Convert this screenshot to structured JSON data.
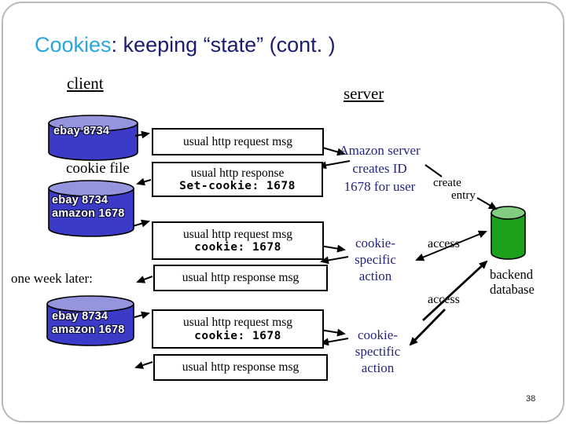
{
  "slide": {
    "title_highlight": "Cookies",
    "title_rest": ": keeping “state” (cont. )",
    "page_number": "38"
  },
  "columns": {
    "client_label": "client",
    "server_label": "server"
  },
  "client_side": {
    "cookie_file_label": "cookie file",
    "one_week_later_label": "one week later:",
    "cylinder1": {
      "line1": "ebay 8734"
    },
    "cylinder2": {
      "line1": "ebay 8734",
      "line2": "amazon 1678"
    },
    "cylinder3": {
      "line1": "ebay 8734",
      "line2": "amazon 1678"
    }
  },
  "messages": [
    {
      "line1": "usual http request msg",
      "line2": ""
    },
    {
      "line1": "usual http response",
      "line2": "Set-cookie: 1678"
    },
    {
      "line1": "usual http request msg",
      "line2": "cookie: 1678"
    },
    {
      "line1": "usual http response msg",
      "line2": ""
    },
    {
      "line1": "usual http request msg",
      "line2": "cookie: 1678"
    },
    {
      "line1": "usual http response msg",
      "line2": ""
    }
  ],
  "server_side": {
    "amazon_note_line1": "Amazon server",
    "amazon_note_line2": "creates ID",
    "amazon_note_line3": "1678 for user",
    "create_entry_line1": "create",
    "create_entry_line2": "entry",
    "access_top_label": "access",
    "access_bottom_label": "access",
    "cookie_action1_line1": "cookie-",
    "cookie_action1_line2": "specific",
    "cookie_action1_line3": "action",
    "cookie_action2_line1": "cookie-",
    "cookie_action2_line2": "spectific",
    "cookie_action2_line3": "action",
    "backend_db_line1": "backend",
    "backend_db_line2": "database"
  },
  "colors": {
    "title_highlight": "#29a7da",
    "title_rest": "#1d1d6e",
    "cylinder_body_blue": "#3b3bc8",
    "cylinder_top_blue": "#9595de",
    "cylinder_body_green": "#1da11d",
    "cylinder_top_green": "#82cd82",
    "navy_text": "#26267e"
  }
}
